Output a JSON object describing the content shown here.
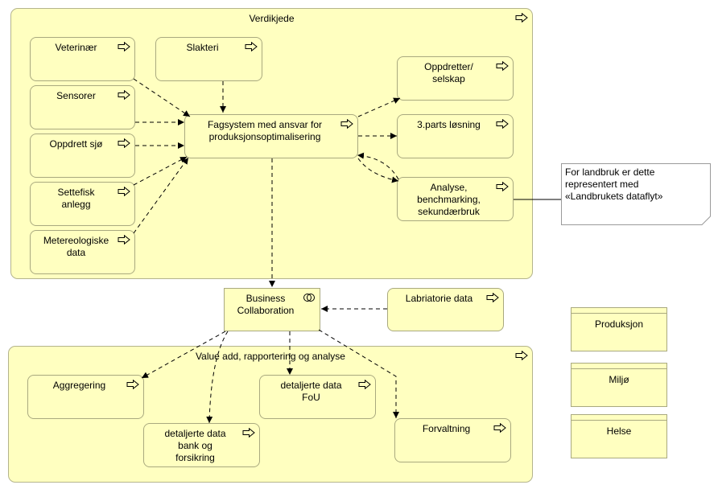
{
  "groups": {
    "verdikjede": "Verdikjede",
    "value_add": "Value add, rapportering og analyse"
  },
  "boxes": {
    "veterinaer": "Veterinær",
    "slakteri": "Slakteri",
    "sensorer": "Sensorer",
    "oppdrett_sjo": "Oppdrett sjø",
    "settefisk": "Settefisk\nanlegg",
    "metereologiske": "Metereologiske\ndata",
    "fagsystem": "Fagsystem med ansvar for\nproduksjonsoptimalisering",
    "oppdretter": "Oppdretter/\nselskap",
    "tredjeparts": "3.parts løsning",
    "analyse": "Analyse,\nbenchmarking,\nsekundærbruk",
    "business": "Business\nCollaboration",
    "labriatorie": "Labriatorie data",
    "aggregering": "Aggregering",
    "detaljerte_fou": "detaljerte data\nFoU",
    "detaljerte_bank": "detaljerte data\nbank og\nforsikring",
    "forvaltning": "Forvaltning"
  },
  "legend": {
    "produksjon": "Produksjon",
    "miljo": "Miljø",
    "helse": "Helse"
  },
  "note": "For landbruk er dette\nrepresentert med\n«Landbrukets dataflyt»",
  "colors": {
    "fill": "#ffffc0",
    "border": "#a9a97f"
  },
  "icons": {
    "process": "process-arrow-icon",
    "collaboration": "collaboration-icon"
  }
}
